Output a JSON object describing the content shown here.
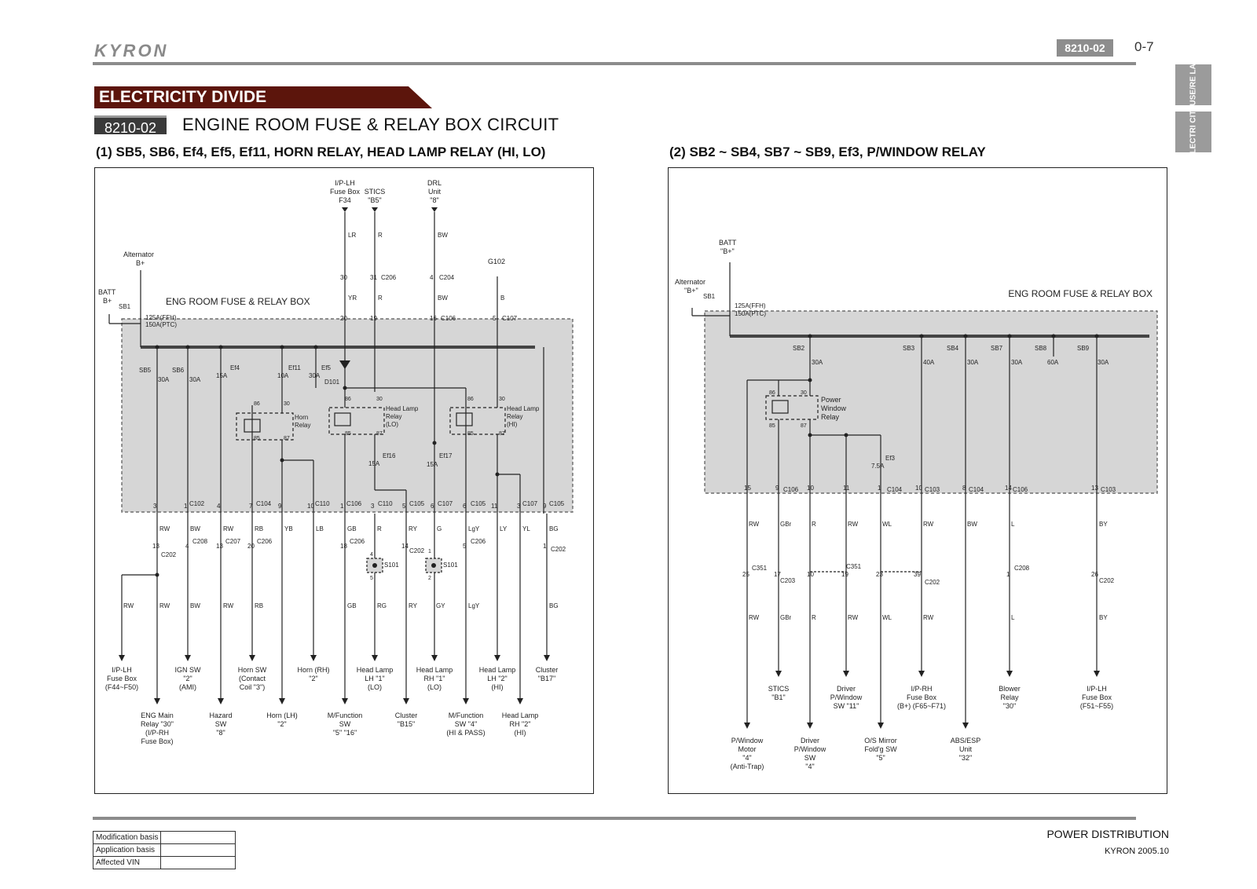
{
  "header": {
    "brand": "KYRON",
    "code": "8210-02",
    "page": "0-7"
  },
  "side_tabs": [
    "FUSE/RE LAY",
    "ELECTRI CITY"
  ],
  "section": {
    "banner": "ELECTRICITY DIVIDE",
    "code": "8210-02",
    "title": "ENGINE ROOM FUSE & RELAY BOX CIRCUIT"
  },
  "left": {
    "subtitle": "(1) SB5, SB6, Ef4, Ef5, Ef11, HORN RELAY, HEAD LAMP RELAY (HI, LO)",
    "box_label": "ENG ROOM FUSE & RELAY BOX",
    "top_sources": [
      {
        "l1": "I/P-LH",
        "l2": "Fuse Box",
        "l3": "F34"
      },
      {
        "l1": "STICS",
        "l2": "\"B5\"",
        "l3": ""
      },
      {
        "l1": "DRL",
        "l2": "Unit",
        "l3": "\"8\""
      }
    ],
    "alternator": "Alternator",
    "alt_pin": "B+",
    "batt": "BATT",
    "batt_pin": "B+",
    "sb1": "SB1",
    "sb1_rating1": "125A(FFH)",
    "sb1_rating2": "150A(PTC)",
    "g102": "G102",
    "top_wires": [
      "LR",
      "R",
      "BW"
    ],
    "top_wires2": [
      "YR",
      "R",
      "BW",
      "B"
    ],
    "top_pins1": [
      "30",
      "31",
      "4"
    ],
    "top_conn1": [
      "C206",
      "C204"
    ],
    "top_pins2": [
      "20",
      "19",
      "16",
      "5"
    ],
    "top_conn2": [
      "C106",
      "C107"
    ],
    "fuses": [
      {
        "name": "SB5",
        "rating": "30A"
      },
      {
        "name": "SB6",
        "rating": "30A"
      },
      {
        "name": "Ef4",
        "rating": "15A"
      },
      {
        "name": "Ef11",
        "rating": "10A"
      },
      {
        "name": "Ef5",
        "rating": "30A"
      },
      {
        "name": "Ef16",
        "rating": "15A"
      },
      {
        "name": "Ef17",
        "rating": "15A"
      }
    ],
    "diode": "D101",
    "relays": [
      {
        "l1": "Horn",
        "l2": "Relay",
        "l3": ""
      },
      {
        "l1": "Head Lamp",
        "l2": "Relay",
        "l3": "(LO)"
      },
      {
        "l1": "Head Lamp",
        "l2": "Relay",
        "l3": "(HI)"
      }
    ],
    "relay_pins": [
      "86",
      "30",
      "85",
      "87"
    ],
    "bottom_pins": [
      "3",
      "1",
      "4",
      "7",
      "9",
      "10",
      "1",
      "3",
      "5",
      "6",
      "6",
      "11",
      "3",
      "9"
    ],
    "bottom_conns": [
      "C102",
      "C104",
      "C110",
      "C106",
      "C110",
      "C105",
      "C107",
      "C105",
      "C107",
      "C105"
    ],
    "mid_wires": [
      "RW",
      "BW",
      "RW",
      "RB",
      "YB",
      "LB",
      "GB",
      "R",
      "RY",
      "G",
      "LgY",
      "LY",
      "YL",
      "BG"
    ],
    "mid_conns": [
      {
        "pin": "13",
        "name": "C202"
      },
      {
        "pin": "4",
        "name": "C208"
      },
      {
        "pin": "13",
        "name": "C207"
      },
      {
        "pin": "20",
        "name": "C206"
      },
      {
        "pin": "18",
        "name": "C206"
      },
      {
        "pin": "14",
        "name": "C202"
      },
      {
        "pin": "5",
        "name": "C206"
      },
      {
        "pin": "1",
        "name": "C202"
      }
    ],
    "splices": [
      {
        "name": "S101",
        "p1": "4",
        "p2": "5"
      },
      {
        "name": "S101",
        "p1": "1",
        "p2": "2"
      }
    ],
    "low_wires": [
      "RW",
      "RW",
      "BW",
      "RW",
      "RB",
      "GB",
      "RG",
      "RY",
      "GY",
      "LgY",
      "BG"
    ],
    "dest_row1": [
      {
        "l1": "I/P-LH",
        "l2": "Fuse Box",
        "l3": "(F44~F50)"
      },
      {
        "l1": "IGN SW",
        "l2": "\"2\"",
        "l3": "(AMI)"
      },
      {
        "l1": "Horn SW",
        "l2": "(Contact",
        "l3": "Coil \"3\")"
      },
      {
        "l1": "Horn (RH)",
        "l2": "\"2\"",
        "l3": ""
      },
      {
        "l1": "Head Lamp",
        "l2": "LH \"1\"",
        "l3": "(LO)"
      },
      {
        "l1": "Head Lamp",
        "l2": "RH \"1\"",
        "l3": "(LO)"
      },
      {
        "l1": "Head Lamp",
        "l2": "LH \"2\"",
        "l3": "(HI)"
      },
      {
        "l1": "Cluster",
        "l2": "\"B17\"",
        "l3": ""
      }
    ],
    "dest_row2": [
      {
        "l1": "ENG Main",
        "l2": "Relay \"30\"",
        "l3": "(I/P-RH",
        "l4": "Fuse Box)"
      },
      {
        "l1": "Hazard",
        "l2": "SW",
        "l3": "\"8\"",
        "l4": ""
      },
      {
        "l1": "Horn (LH)",
        "l2": "\"2\"",
        "l3": "",
        "l4": ""
      },
      {
        "l1": "M/Function",
        "l2": "SW",
        "l3": "\"5\" \"16\"",
        "l4": ""
      },
      {
        "l1": "Cluster",
        "l2": "\"B15\"",
        "l3": "",
        "l4": ""
      },
      {
        "l1": "M/Function",
        "l2": "SW \"4\"",
        "l3": "(HI & PASS)",
        "l4": ""
      },
      {
        "l1": "Head Lamp",
        "l2": "RH \"2\"",
        "l3": "(HI)",
        "l4": ""
      }
    ]
  },
  "right": {
    "subtitle": "(2) SB2 ~ SB4, SB7 ~ SB9, Ef3, P/WINDOW RELAY",
    "box_label": "ENG ROOM FUSE & RELAY BOX",
    "batt": "BATT",
    "batt_pin": "\"B+\"",
    "alternator": "Alternator",
    "alt_pin": "\"B+\"",
    "sb1": "SB1",
    "sb1_rating1": "125A(FFH)",
    "sb1_rating2": "150A(PTC)",
    "fuses": [
      {
        "name": "SB2",
        "rating": "30A"
      },
      {
        "name": "SB3",
        "rating": "40A"
      },
      {
        "name": "SB4",
        "rating": "30A"
      },
      {
        "name": "SB7",
        "rating": "30A"
      },
      {
        "name": "SB8",
        "rating": "60A"
      },
      {
        "name": "SB9",
        "rating": "30A"
      },
      {
        "name": "Ef3",
        "rating": "7.5A"
      }
    ],
    "relay": {
      "l1": "Power",
      "l2": "Window",
      "l3": "Relay"
    },
    "relay_pins": [
      "86",
      "30",
      "85",
      "87"
    ],
    "bottom_pins": [
      "15",
      "9",
      "10",
      "11",
      "1",
      "10",
      "8",
      "14",
      "13"
    ],
    "bottom_conns": [
      "C106",
      "C104",
      "C103",
      "C104",
      "C106",
      "C103"
    ],
    "mid_wires": [
      "RW",
      "GBr",
      "R",
      "RW",
      "WL",
      "RW",
      "BW",
      "L",
      "BY"
    ],
    "mid_conns": [
      {
        "pin": "25",
        "name": "C351"
      },
      {
        "pin": "17",
        "name": "C203"
      },
      {
        "pin": "10",
        "name": ""
      },
      {
        "pin": "19",
        "name": "C351"
      },
      {
        "pin": "23",
        "name": ""
      },
      {
        "pin": "39",
        "name": "C202"
      },
      {
        "pin": "1",
        "name": "C208"
      },
      {
        "pin": "26",
        "name": "C202"
      }
    ],
    "low_wires": [
      "RW",
      "GBr",
      "R",
      "RW",
      "WL",
      "RW",
      "L",
      "BY"
    ],
    "dest_row1": [
      {
        "l1": "STICS",
        "l2": "\"B1\"",
        "l3": ""
      },
      {
        "l1": "Driver",
        "l2": "P/Window",
        "l3": "SW \"11\""
      },
      {
        "l1": "I/P-RH",
        "l2": "Fuse Box",
        "l3": "(B+) (F65~F71)"
      },
      {
        "l1": "Blower",
        "l2": "Relay",
        "l3": "\"30\""
      },
      {
        "l1": "I/P-LH",
        "l2": "Fuse Box",
        "l3": "(F51~F55)"
      }
    ],
    "dest_row2": [
      {
        "l1": "P/Window",
        "l2": "Motor",
        "l3": "\"4\"",
        "l4": "(Anti-Trap)"
      },
      {
        "l1": "Driver",
        "l2": "P/Window",
        "l3": "SW",
        "l4": "\"4\""
      },
      {
        "l1": "O/S Mirror",
        "l2": "Fold'g SW",
        "l3": "\"5\"",
        "l4": ""
      },
      {
        "l1": "ABS/ESP",
        "l2": "Unit",
        "l3": "\"32\"",
        "l4": ""
      }
    ]
  },
  "footer": {
    "title": "POWER DISTRIBUTION",
    "sub": "KYRON 2005.10",
    "mod_rows": [
      "Modification basis",
      "Application basis",
      "Affected VIN"
    ]
  }
}
